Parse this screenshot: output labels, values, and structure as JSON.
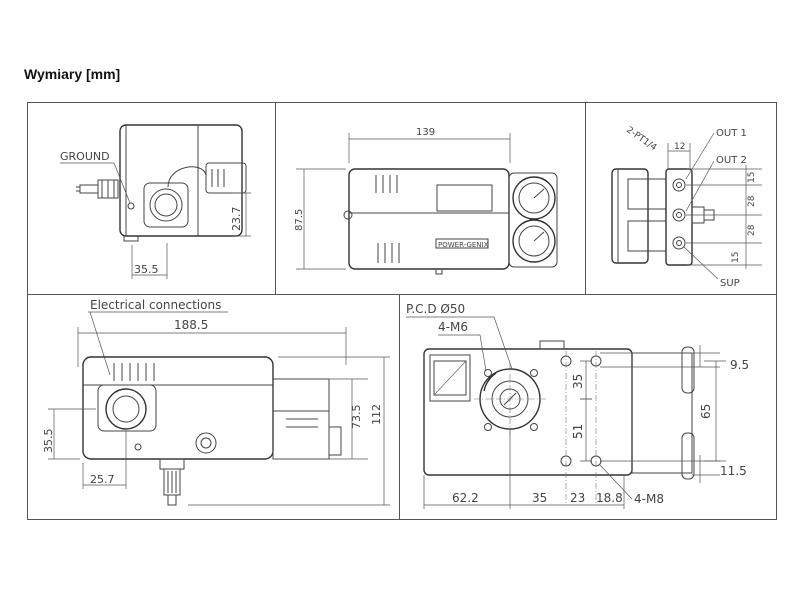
{
  "title": "Wymiary [mm]",
  "views": {
    "side": {
      "ground_label": "GROUND",
      "dim_width": "35.5",
      "dim_height": "23.7"
    },
    "front": {
      "dim_length": "139",
      "dim_height": "87.5",
      "brand": "POWER-GENIX"
    },
    "port": {
      "port_label": "2-PT1/4",
      "out1": "OUT 1",
      "out2": "OUT 2",
      "sup": "SUP",
      "dim_12": "12",
      "dim_15a": "15",
      "dim_28a": "28",
      "dim_28b": "28",
      "dim_15b": "15"
    },
    "electrical": {
      "label": "Electrical connections",
      "dim_length": "188.5",
      "dim_73": "73.5",
      "dim_112": "112",
      "dim_35": "35.5",
      "dim_25": "25.7"
    },
    "mount": {
      "pcd": "P.C.D Ø50",
      "m6": "4-M6",
      "m8": "4-M8",
      "dim_9": "9.5",
      "dim_65": "65",
      "dim_11": "11.5",
      "dim_35v": "35",
      "dim_51": "51",
      "dim_62": "62.2",
      "dim_35h": "35",
      "dim_23": "23",
      "dim_18": "18.8"
    }
  }
}
